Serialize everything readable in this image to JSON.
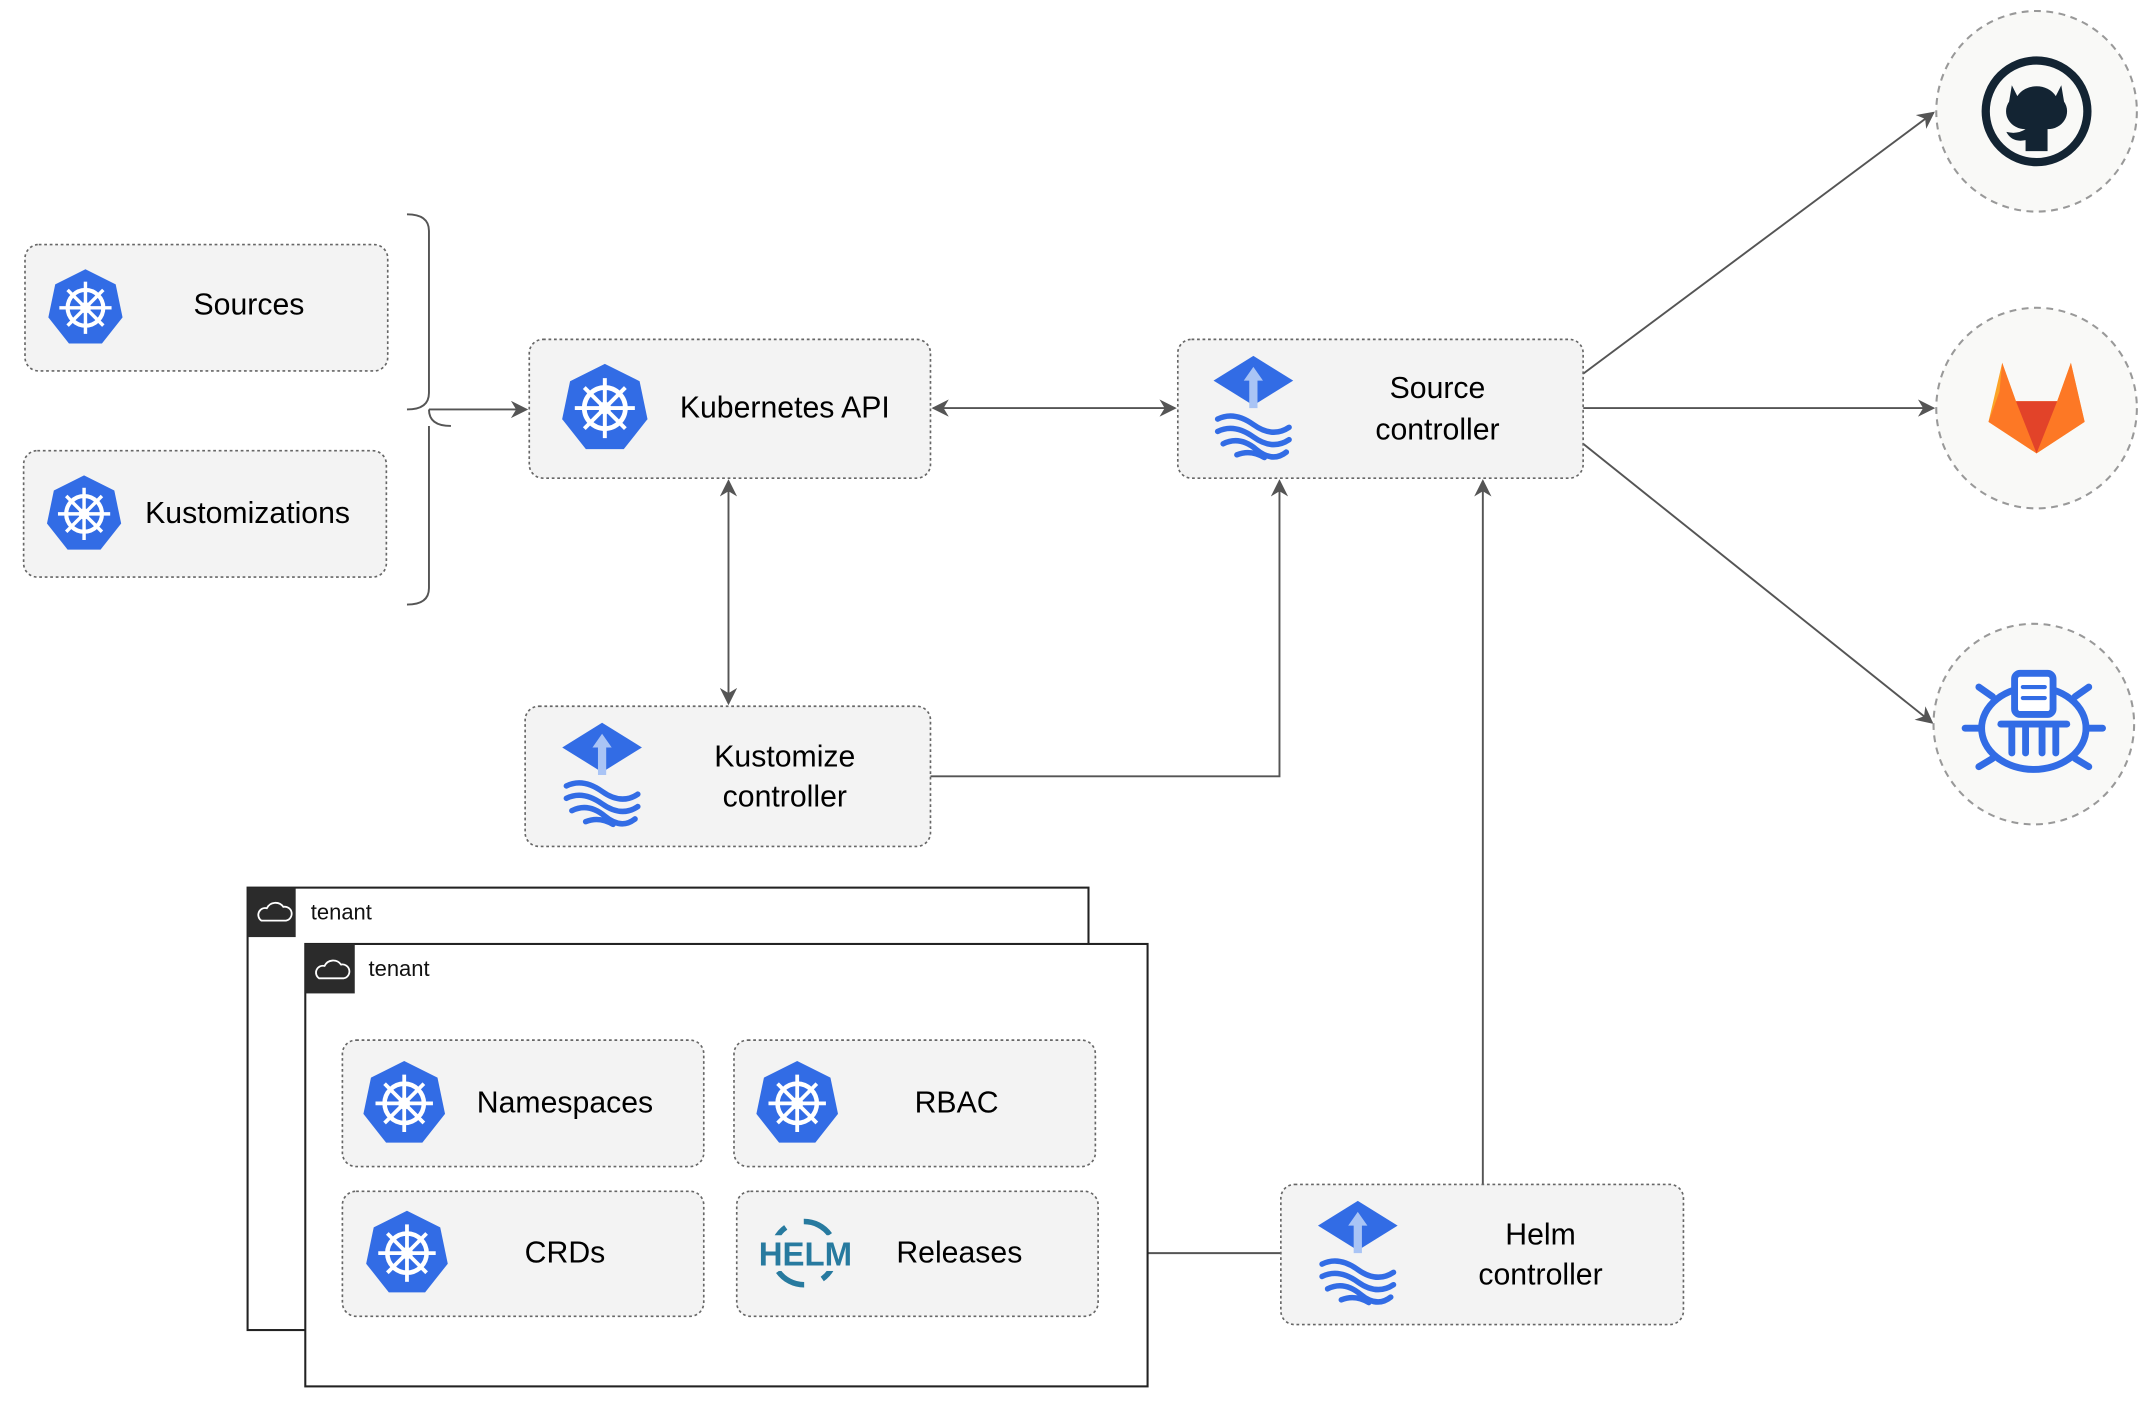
{
  "nodes": {
    "sources": "Sources",
    "kustomizations": "Kustomizations",
    "kubernetes_api": "Kubernetes API",
    "source_controller": [
      "Source",
      "controller"
    ],
    "kustomize_controller": [
      "Kustomize",
      "controller"
    ],
    "helm_controller": [
      "Helm",
      "controller"
    ],
    "namespaces": "Namespaces",
    "rbac": "RBAC",
    "crds": "CRDs",
    "releases": "Releases"
  },
  "tenants": [
    "tenant",
    "tenant"
  ],
  "logos": {
    "helm_text": "HELM"
  },
  "icons": [
    "kubernetes-icon",
    "flux-icon",
    "github-icon",
    "gitlab-icon",
    "bucket-icon",
    "helm-icon",
    "cloud-icon"
  ],
  "colors": {
    "kubernetes_blue": "#326ce5",
    "gitlab_orange": "#e24329",
    "github_dark": "#132433",
    "helm_blue": "#277a9f"
  }
}
